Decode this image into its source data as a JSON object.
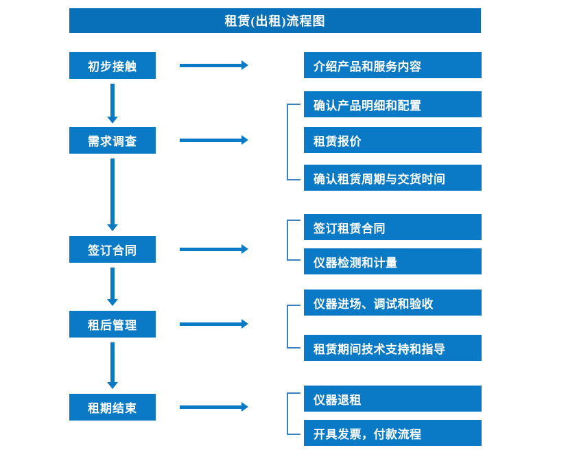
{
  "title": "租赁(出租)流程图",
  "colors": {
    "title_bar": "#0870B8",
    "box": "#0A79C6",
    "arrow": "#0A79C6",
    "bracket": "#3C7FBE",
    "text": "#FFFFFF",
    "background": "#FFFFFF"
  },
  "stages": [
    {
      "label": "初步接触"
    },
    {
      "label": "需求调查"
    },
    {
      "label": "签订合同"
    },
    {
      "label": "租后管理"
    },
    {
      "label": "租期结束"
    }
  ],
  "details": [
    {
      "label": "介绍产品和服务内容"
    },
    {
      "label": "确认产品明细和配置"
    },
    {
      "label": "租赁报价"
    },
    {
      "label": "确认租赁周期与交货时间"
    },
    {
      "label": "签订租赁合同"
    },
    {
      "label": "仪器检测和计量"
    },
    {
      "label": "仪器进场、调试和验收"
    },
    {
      "label": "租赁期间技术支持和指导"
    },
    {
      "label": "仪器退租"
    },
    {
      "label": "开具发票，付款流程"
    }
  ],
  "flow": {
    "stage_to_detail_arrows": 5,
    "stage_to_stage_arrows": 4,
    "group_brackets": 4
  }
}
